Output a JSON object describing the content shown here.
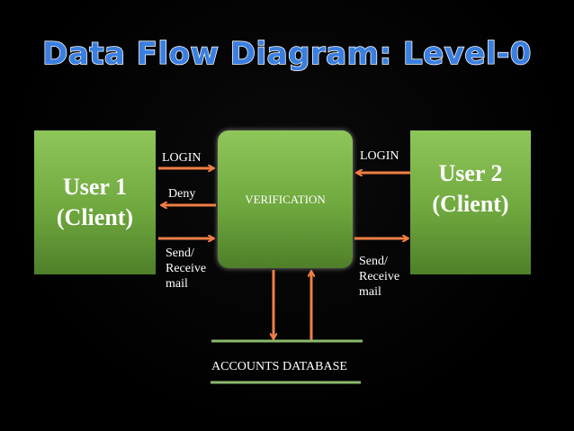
{
  "title": "Data Flow Diagram: Level-0",
  "nodes": {
    "user1": "User 1\n(Client)",
    "user2": "User 2\n(Client)",
    "verification": "VERIFICATION",
    "database": "ACCOUNTS DATABASE"
  },
  "flows": {
    "login_left": "LOGIN",
    "deny": "Deny",
    "send_receive_left": "Send/\nReceive\nmail",
    "login_right": "LOGIN",
    "send_receive_right": "Send/\nReceive\nmail"
  },
  "colors": {
    "process_green": "#7bb84a",
    "arrow_orange": "#ef7f45",
    "title_blue": "#3a7fe0",
    "db_line_green": "#8bb96a"
  }
}
